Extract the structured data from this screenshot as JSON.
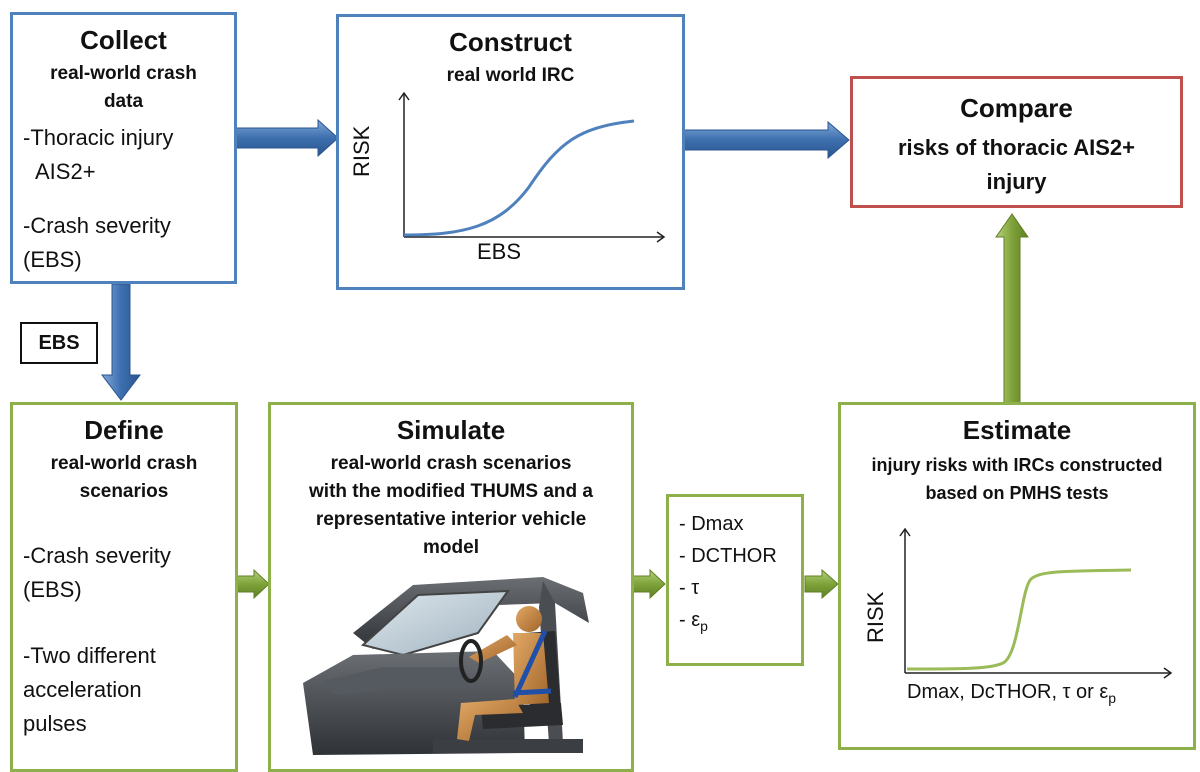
{
  "collect": {
    "title": "Collect",
    "subtitle_line1": "real-world crash",
    "subtitle_line2": "data",
    "item1_line1": "-Thoracic injury",
    "item1_line2": "AIS2+",
    "item2_line1": "-Crash severity",
    "item2_line2": "(EBS)"
  },
  "construct": {
    "title": "Construct",
    "subtitle": "real world IRC",
    "ylabel": "RISK",
    "xlabel": "EBS"
  },
  "compare": {
    "title": "Compare",
    "subtitle_line1": "risks of thoracic AIS2+",
    "subtitle_line2": "injury"
  },
  "ebs_tag": "EBS",
  "define": {
    "title": "Define",
    "subtitle_line1": "real-world crash",
    "subtitle_line2": "scenarios",
    "item1_line1": "-Crash severity",
    "item1_line2": "(EBS)",
    "item2_line1": "-Two different",
    "item2_line2": "acceleration",
    "item2_line3": "pulses"
  },
  "simulate": {
    "title": "Simulate",
    "subtitle_line1": "real-world crash scenarios",
    "subtitle_line2": "with the modified THUMS and a",
    "subtitle_line3": "representative interior vehicle",
    "subtitle_line4": "model"
  },
  "metrics": {
    "m1": "- Dmax",
    "m2": "- DCTHOR",
    "m3": "- τ",
    "m4_prefix": "- ε",
    "m4_sub": "p"
  },
  "estimate": {
    "title": "Estimate",
    "subtitle_line1": "injury risks with IRCs constructed",
    "subtitle_line2": "based on PMHS tests",
    "ylabel": "RISK",
    "xlabel_prefix": "Dmax, DcTHOR, τ or ε",
    "xlabel_sub": "p"
  },
  "colors": {
    "blue": "#4f81bd",
    "green": "#8db04a",
    "red": "#c0504d"
  }
}
